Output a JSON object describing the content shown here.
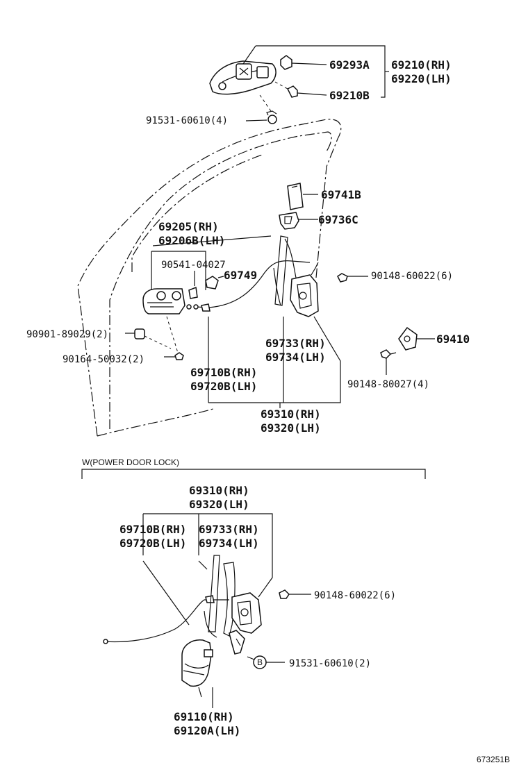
{
  "labels": {
    "p69293A": "69293A",
    "p69210RH": "69210(RH)",
    "p69220LH": "69220(LH)",
    "p69210B": "69210B",
    "p91531_4": "91531-60610(4)",
    "p69741B": "69741B",
    "p69736C": "69736C",
    "p69205": "69205(RH)",
    "p69206B": "69206B(LH)",
    "p90541": "90541-04027",
    "p69749": "69749",
    "p90148_6a": "90148-60022(6)",
    "p90901": "90901-89029(2)",
    "p69410": "69410",
    "p90164": "90164-50032(2)",
    "p69733a": "69733(RH)",
    "p69734a": "69734(LH)",
    "p69710Ba": "69710B(RH)",
    "p69720Ba": "69720B(LH)",
    "p90148_4": "90148-80027(4)",
    "p69310a": "69310(RH)",
    "p69320a": "69320(LH)",
    "section_caption": "W(POWER DOOR LOCK)",
    "p69310b": "69310(RH)",
    "p69320b": "69320(LH)",
    "p69710Bb": "69710B(RH)",
    "p69720Bb": "69720B(LH)",
    "p69733b": "69733(RH)",
    "p69734b": "69734(LH)",
    "p90148_6b": "90148-60022(6)",
    "b_marker": "B",
    "p91531_2": "91531-60610(2)",
    "p69110": "69110(RH)",
    "p69120A": "69120A(LH)",
    "figure_id": "673251B"
  }
}
